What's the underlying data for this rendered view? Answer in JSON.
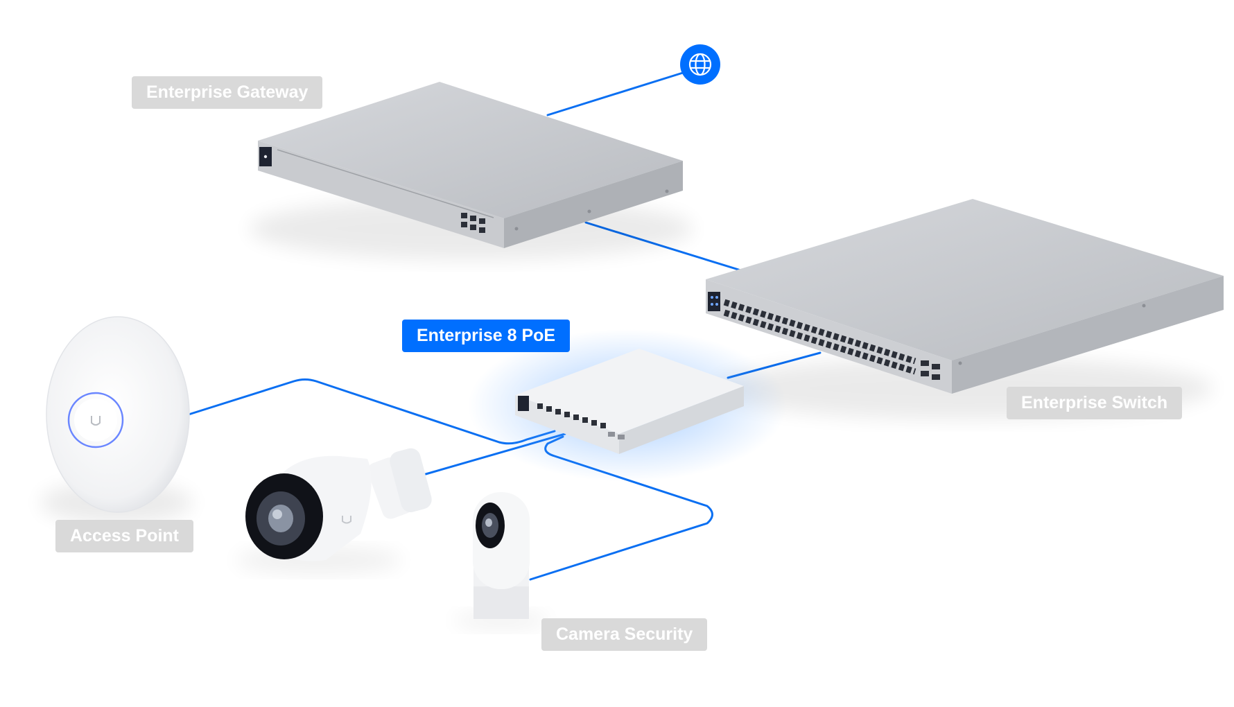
{
  "colors": {
    "link": "#0a6ff2",
    "accent": "#006fff",
    "label_bg": "#d9d9d9",
    "label_text": "#ffffff",
    "device_body": "#c2c5ca"
  },
  "labels": {
    "gateway": "Enterprise Gateway",
    "switch": "Enterprise Switch",
    "poe": "Enterprise 8 PoE",
    "access_point": "Access Point",
    "camera": "Camera Security"
  },
  "icons": {
    "internet": "globe-icon"
  },
  "highlighted": "poe"
}
